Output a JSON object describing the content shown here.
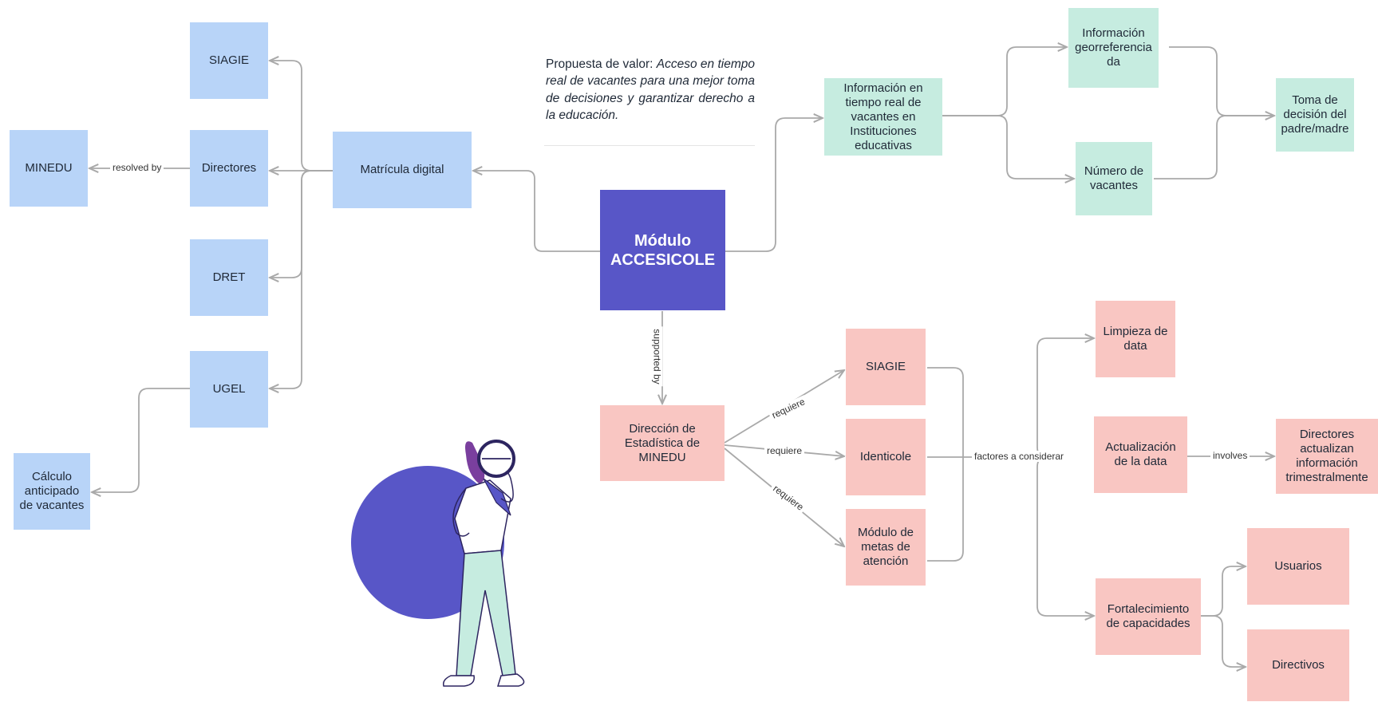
{
  "central": "Módulo\nACCESICOLE",
  "value_proposition": {
    "prefix": "Propuesta de valor: ",
    "text": "Acceso en tiempo real de vacantes para una mejor toma de decisiones y garantizar derecho a la educación."
  },
  "nodes": {
    "siagie_left": "SIAGIE",
    "minedu": "MINEDU",
    "directores": "Directores",
    "matricula": "Matrícula digital",
    "dret": "DRET",
    "ugel": "UGEL",
    "calculo": "Cálculo\nanticipado\nde vacantes",
    "info_tiempo_real": "Información en\ntiempo real de\nvacantes en\nInstituciones\neducativas",
    "info_georef": "Información\ngeorreferencia\nda",
    "numero_vacantes": "Número de\nvacantes",
    "toma_decision": "Toma de\ndecisión del\npadre/madre",
    "direccion_estadistica": "Dirección de\nEstadística de\nMINEDU",
    "siagie_right": "SIAGIE",
    "identicole": "Identicole",
    "modulo_metas": "Módulo de\nmetas de\natención",
    "limpieza": "Limpieza de\ndata",
    "actualizacion": "Actualización\nde la data",
    "directores_actualizan": "Directores\nactualizan\ninformación\ntrimestralmente",
    "fortalecimiento": "Fortalecimiento\nde capacidades",
    "usuarios": "Usuarios",
    "directivos": "Directivos"
  },
  "edge_labels": {
    "resolved_by": "resolved by",
    "supported_by": "supported by",
    "requiere": "requiere",
    "factores": "factores a considerar",
    "involves": "involves"
  },
  "colors": {
    "blue": "#b8d4f8",
    "green": "#c6ece0",
    "pink": "#f9c6c2",
    "central": "#5856c7",
    "edge": "#a9a9a9"
  }
}
